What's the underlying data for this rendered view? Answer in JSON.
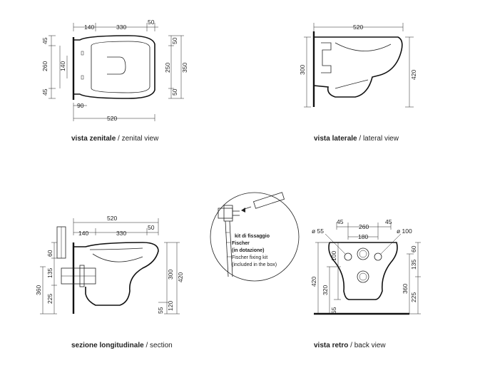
{
  "captions": {
    "top": {
      "bold": "vista zenitale",
      "rest": " / zenital view"
    },
    "lateral": {
      "bold": "vista laterale",
      "rest": " / lateral view"
    },
    "section": {
      "bold": "sezione longitudinale",
      "rest": " / section"
    },
    "back": {
      "bold": "vista retro",
      "rest": " / back view"
    }
  },
  "top_view": {
    "d140": "140",
    "d330": "330",
    "d50": "50",
    "l45a": "45",
    "l260": "260",
    "l140": "140",
    "l45b": "45",
    "r50a": "50",
    "r250": "250",
    "r350": "350",
    "r50b": "50",
    "d90": "90",
    "d520": "520"
  },
  "lateral_view": {
    "d520": "520",
    "d300": "300",
    "d420": "420"
  },
  "section_view": {
    "d520": "520",
    "d140": "140",
    "d330": "330",
    "d50": "50",
    "d60": "60",
    "d135": "135",
    "d360": "360",
    "d225": "225",
    "d300": "300",
    "d420": "420",
    "d55": "55",
    "d120": "120"
  },
  "kit": {
    "line1": "kit di fissaggio",
    "line2": "Fischer",
    "line3": "(in dotazione)",
    "line4": "Fischer fixing kit",
    "line5": "(included in the box)"
  },
  "back_view": {
    "dia55": "ø 55",
    "dia100": "ø 100",
    "d45a": "45",
    "d260": "260",
    "d45b": "45",
    "d180": "180",
    "d100": "100",
    "d420": "420",
    "d320": "320",
    "d55": "55",
    "d60": "60",
    "d135": "135",
    "d360": "360",
    "d225": "225"
  }
}
